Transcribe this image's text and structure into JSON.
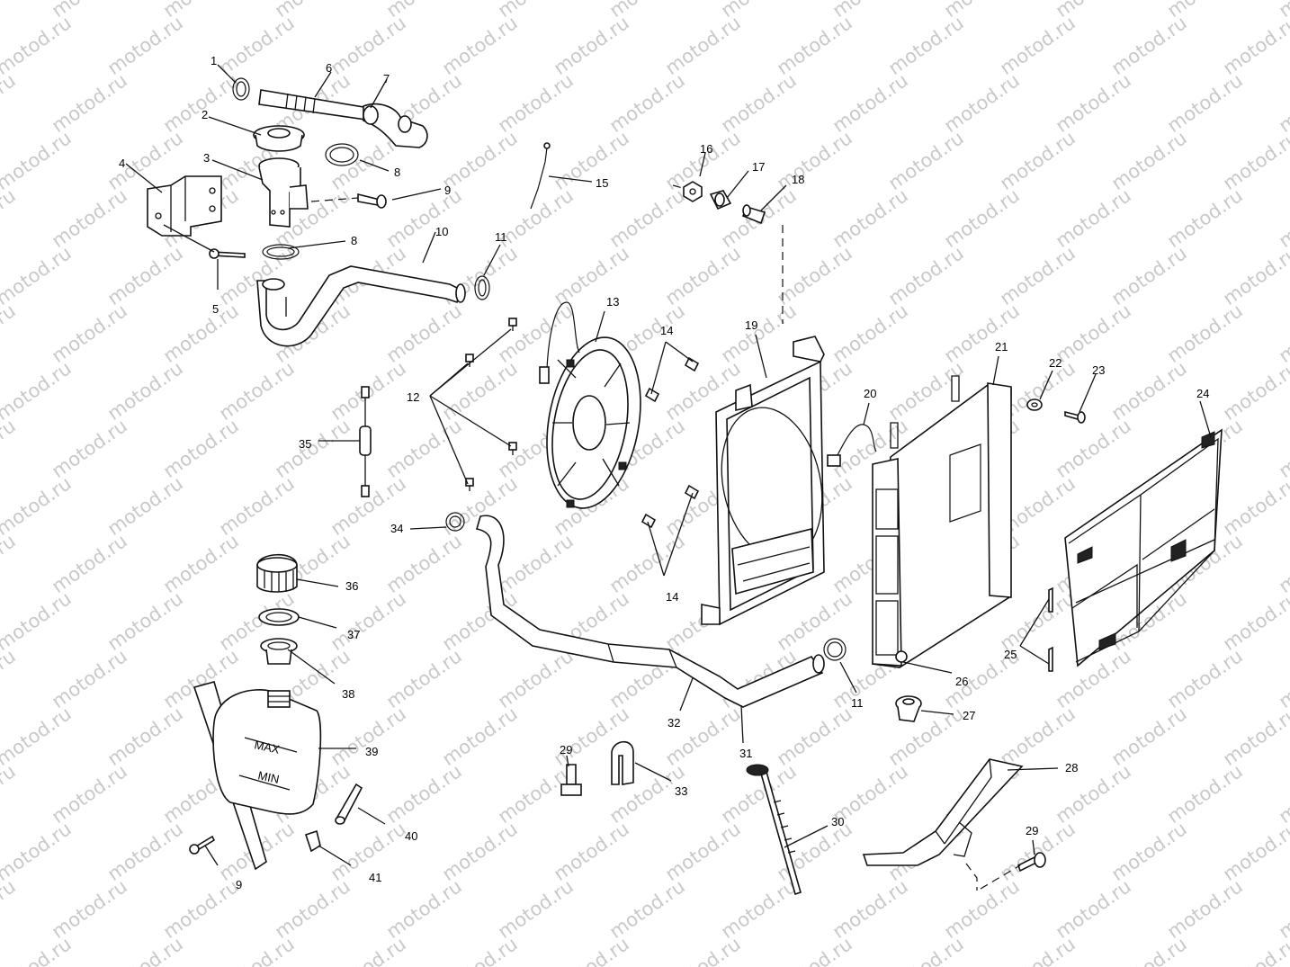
{
  "watermark": "motod.ru",
  "callouts": [
    {
      "id": "c1",
      "label": "1"
    },
    {
      "id": "c2",
      "label": "2"
    },
    {
      "id": "c3",
      "label": "3"
    },
    {
      "id": "c4",
      "label": "4"
    },
    {
      "id": "c5",
      "label": "5"
    },
    {
      "id": "c6",
      "label": "6"
    },
    {
      "id": "c7",
      "label": "7"
    },
    {
      "id": "c8a",
      "label": "8"
    },
    {
      "id": "c8b",
      "label": "8"
    },
    {
      "id": "c9a",
      "label": "9"
    },
    {
      "id": "c9b",
      "label": "9"
    },
    {
      "id": "c10",
      "label": "10"
    },
    {
      "id": "c11a",
      "label": "11"
    },
    {
      "id": "c11b",
      "label": "11"
    },
    {
      "id": "c12",
      "label": "12"
    },
    {
      "id": "c13",
      "label": "13"
    },
    {
      "id": "c14a",
      "label": "14"
    },
    {
      "id": "c14b",
      "label": "14"
    },
    {
      "id": "c15",
      "label": "15"
    },
    {
      "id": "c16",
      "label": "16"
    },
    {
      "id": "c17",
      "label": "17"
    },
    {
      "id": "c18",
      "label": "18"
    },
    {
      "id": "c19",
      "label": "19"
    },
    {
      "id": "c20",
      "label": "20"
    },
    {
      "id": "c21",
      "label": "21"
    },
    {
      "id": "c22",
      "label": "22"
    },
    {
      "id": "c23",
      "label": "23"
    },
    {
      "id": "c24",
      "label": "24"
    },
    {
      "id": "c25",
      "label": "25"
    },
    {
      "id": "c26",
      "label": "26"
    },
    {
      "id": "c27",
      "label": "27"
    },
    {
      "id": "c28",
      "label": "28"
    },
    {
      "id": "c29a",
      "label": "29"
    },
    {
      "id": "c29b",
      "label": "29"
    },
    {
      "id": "c30",
      "label": "30"
    },
    {
      "id": "c31",
      "label": "31"
    },
    {
      "id": "c32",
      "label": "32"
    },
    {
      "id": "c33",
      "label": "33"
    },
    {
      "id": "c34",
      "label": "34"
    },
    {
      "id": "c35",
      "label": "35"
    },
    {
      "id": "c36",
      "label": "36"
    },
    {
      "id": "c37",
      "label": "37"
    },
    {
      "id": "c38",
      "label": "38"
    },
    {
      "id": "c39",
      "label": "39"
    },
    {
      "id": "c40",
      "label": "40"
    },
    {
      "id": "c41",
      "label": "41"
    }
  ],
  "tank_marks": {
    "max": "MAX",
    "min": "MIN"
  }
}
